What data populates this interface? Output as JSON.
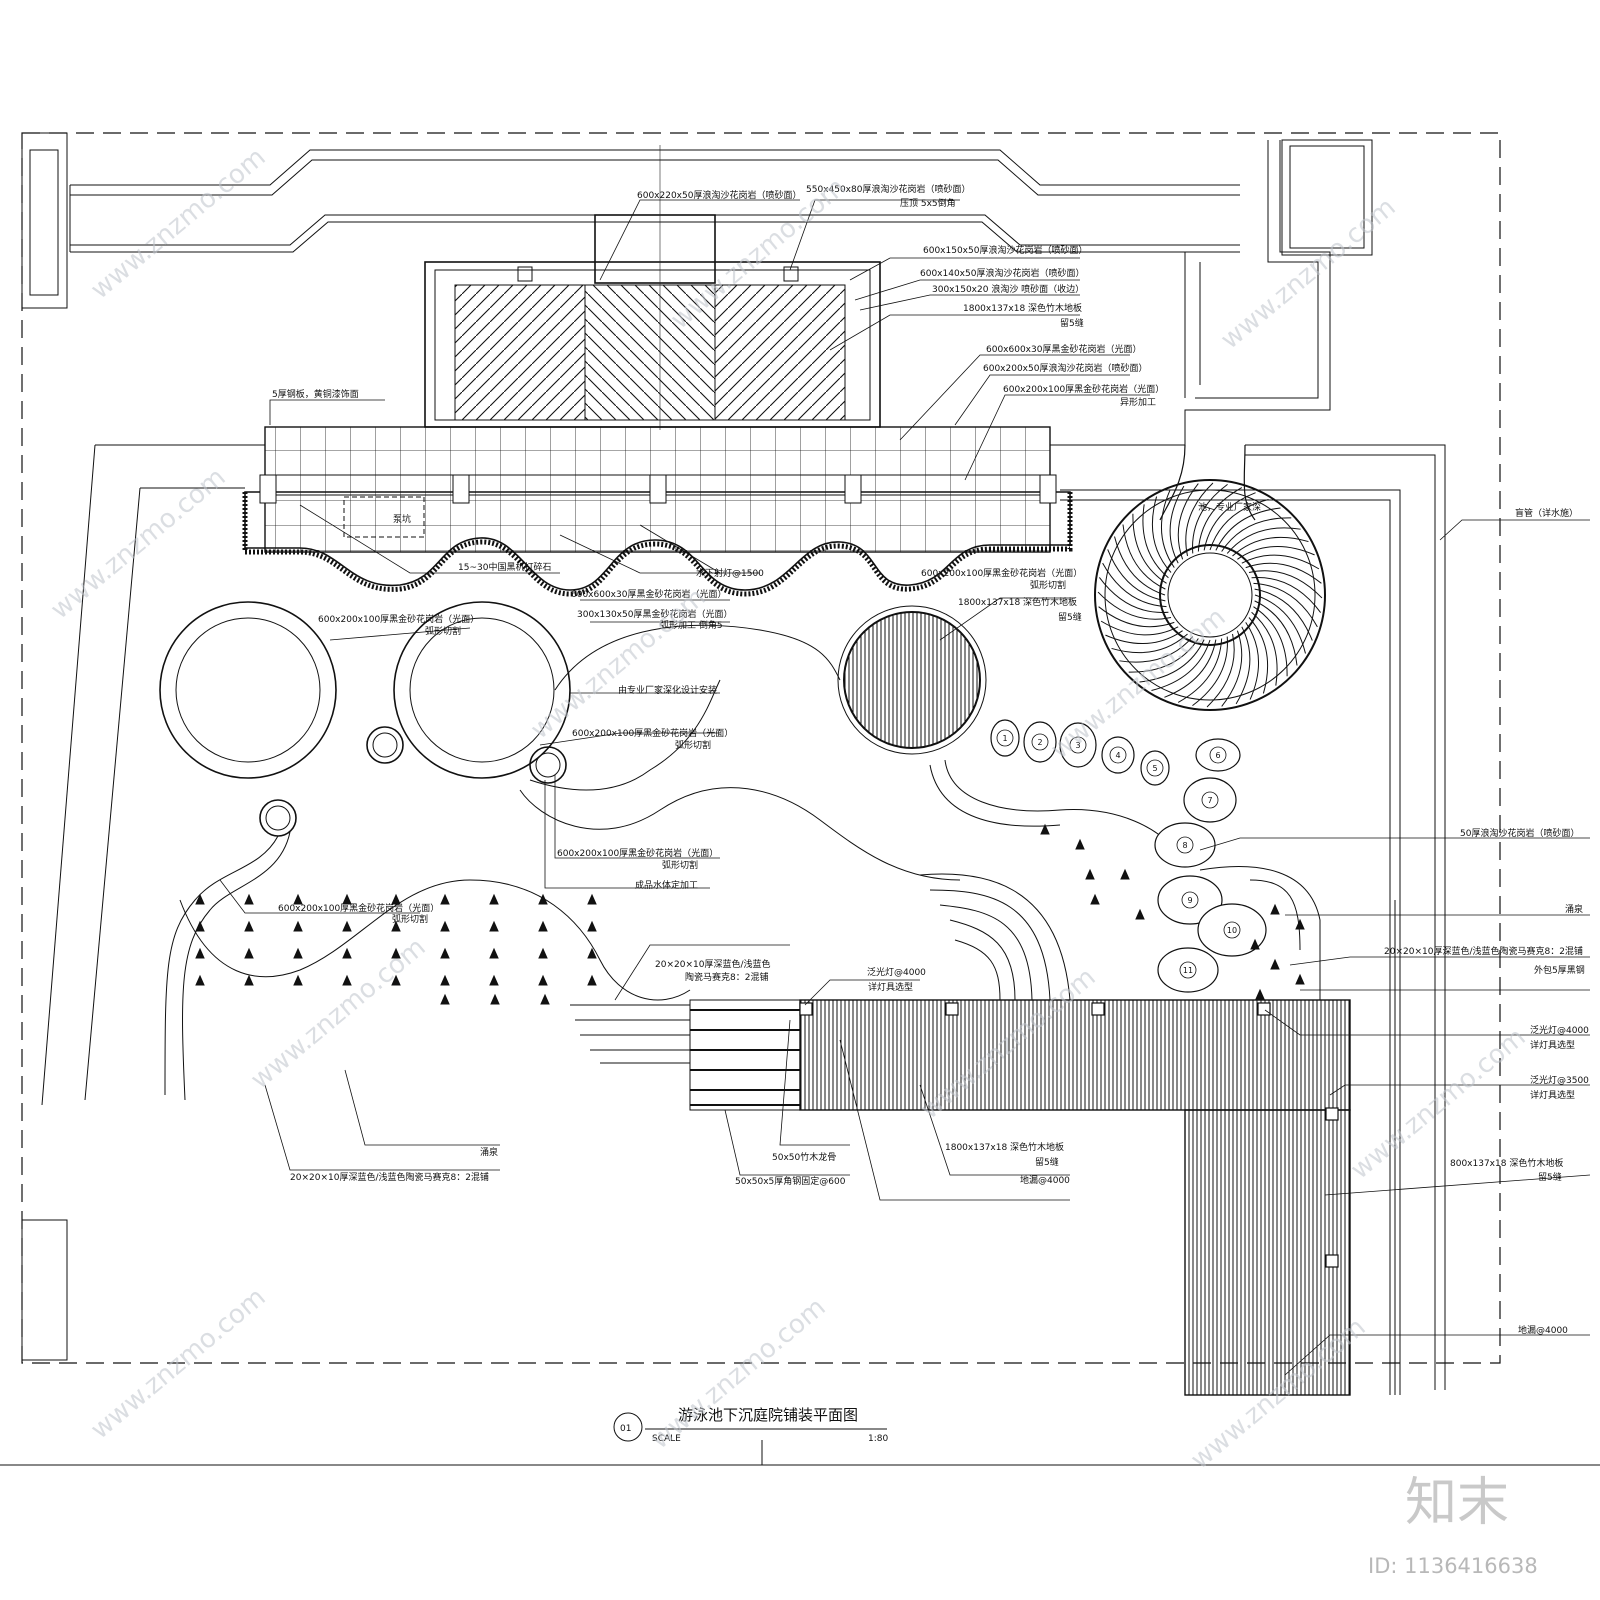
{
  "drawing": {
    "title": "游泳池下沉庭院铺装平面图",
    "number": "01",
    "scale_label": "SCALE",
    "scale_value": "1:80"
  },
  "labels": {
    "l01": "600x220x50厚浪淘沙花岗岩（喷砂面）",
    "l02": "550x450x80厚浪淘沙花岗岩（喷砂面）",
    "l02b": "压顶 5x5倒角",
    "l03": "600x150x50厚浪淘沙花岗岩（喷砂面）",
    "l04": "600x140x50厚浪淘沙花岗岩（喷砂面）",
    "l05": "300x150x20 浪淘沙 喷砂面（收边）",
    "l06": "1800x137x18 深色竹木地板",
    "l06b": "留5缝",
    "l07": "600x600x30厚黑金砂花岗岩（光面）",
    "l08": "600x200x50厚浪淘沙花岗岩（喷砂面）",
    "l09": "600x200x100厚黑金砂花岗岩（光面）",
    "l09b": "异形加工",
    "l10": "5厚钢板，黄铜漆饰面",
    "l11": "15~30中国黑机打碎石",
    "l12": "水下射灯@1500",
    "l13": "600x600x30厚黑金砂花岗岩（光面）",
    "l14": "300x130x50厚黑金砂花岗岩（光面）",
    "l14b": "弧形加工 倒角5",
    "l15": "600x200x100厚黑金砂花岗岩（光面）",
    "l15b": "弧形切割",
    "l16": "600x200x100厚黑金砂花岗岩（光面）",
    "l16b": "弧形切割",
    "l17": "1800x137x18 深色竹木地板",
    "l17b": "留5缝",
    "l18": "由专业厂家深化设计安装",
    "l19": "600x200x100厚黑金砂花岗岩（光面）",
    "l19b": "弧形切割",
    "l20": "600x200x100厚黑金砂花岗岩（光面）",
    "l20b": "弧形切割",
    "l21": "成品水体定加工",
    "l22": "600x200x100厚黑金砂花岗岩（光面）",
    "l22b": "弧形切割",
    "l23": "池，专业厂家深",
    "l24": "盲管（详水施）",
    "l25": "50厚浪淘沙花岗岩（喷砂面）",
    "l26": "涌泉",
    "l27": "20×20×10厚深蓝色/浅蓝色陶瓷马赛克8：2混铺",
    "l28": "外包5厚黑钢",
    "l29": "20×20×10厚深蓝色/浅蓝色",
    "l29b": "陶瓷马赛克8：2混铺",
    "l30": "泛光灯@4000",
    "l30b": "详灯具选型",
    "l31": "泛光灯@4000",
    "l31b": "详灯具选型",
    "l32": "泛光灯@3500",
    "l32b": "详灯具选型",
    "l33": "800x137x18 深色竹木地板",
    "l33b": "留5缝",
    "l34": "1800x137x18 深色竹木地板",
    "l34b": "留5缝",
    "l35": "地漏@4000",
    "l36": "50x50竹木龙骨",
    "l37": "50x50x5厚角钢固定@600",
    "l38": "涌泉",
    "l39": "20×20×10厚深蓝色/浅蓝色陶瓷马赛克8：2混铺",
    "l40": "地漏@4000",
    "l41": "泵坑"
  },
  "stepping_stones": [
    "1",
    "2",
    "3",
    "4",
    "5",
    "6",
    "7",
    "8",
    "9",
    "10",
    "11"
  ],
  "watermark": {
    "site": "www.znzmo.com",
    "brand": "知末",
    "id_text": "ID: 1136416638"
  }
}
